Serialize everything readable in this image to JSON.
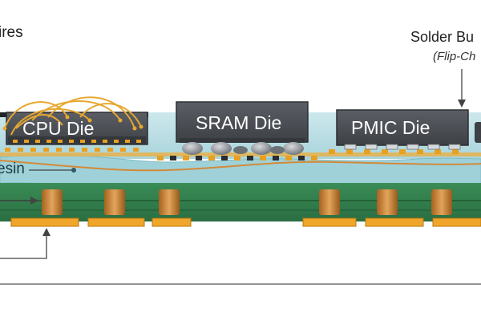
{
  "labels": {
    "bond_wires": "ires",
    "solder_bumps": "Solder Bu",
    "flip_chip": "(Flip-Ch",
    "resin": "esin"
  },
  "dies": {
    "cpu": "CPU Die",
    "sram": "SRAM Die",
    "pmic": "PMIC Die"
  },
  "colors": {
    "die": "#4a4d52",
    "die_border": "#2c2e31",
    "substrate": "#2f7f4c",
    "mold": "#b9dde3",
    "resin": "#9fd1d9",
    "copper": "#c87f2e",
    "pad": "#e8a020",
    "wire": "#e6a830",
    "bump": "#7d8288"
  }
}
